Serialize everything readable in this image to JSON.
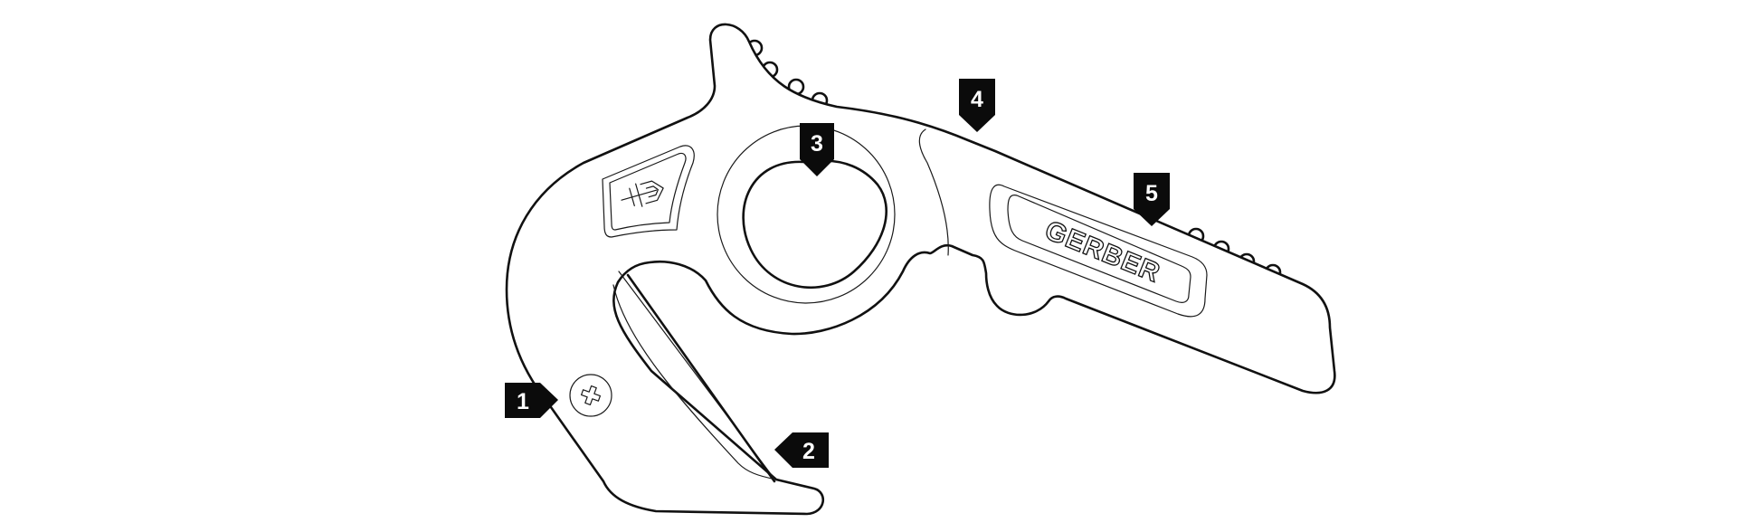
{
  "tool": {
    "brand_text": "GERBER",
    "logo_icon": "gerber-sword-logo-icon",
    "screw_icon": "phillips-screw-icon",
    "line_color": "#111111"
  },
  "callouts": [
    {
      "number": "1",
      "pointer": "right"
    },
    {
      "number": "2",
      "pointer": "left"
    },
    {
      "number": "3",
      "pointer": "down"
    },
    {
      "number": "4",
      "pointer": "down"
    },
    {
      "number": "5",
      "pointer": "down"
    }
  ],
  "colors": {
    "callout_fill": "#0b0b0b",
    "callout_text": "#ffffff",
    "background": "#ffffff"
  }
}
